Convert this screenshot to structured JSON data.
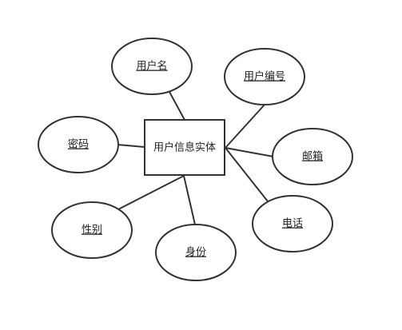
{
  "entity": {
    "label": "用户信息实体"
  },
  "attributes": {
    "username": "用户名",
    "user_id": "用户编号",
    "password": "密码",
    "email": "邮箱",
    "phone": "电话",
    "gender": "性别",
    "identity": "身份"
  },
  "colors": {
    "stroke": "#333333",
    "fill": "#ffffff",
    "text": "#222222"
  }
}
